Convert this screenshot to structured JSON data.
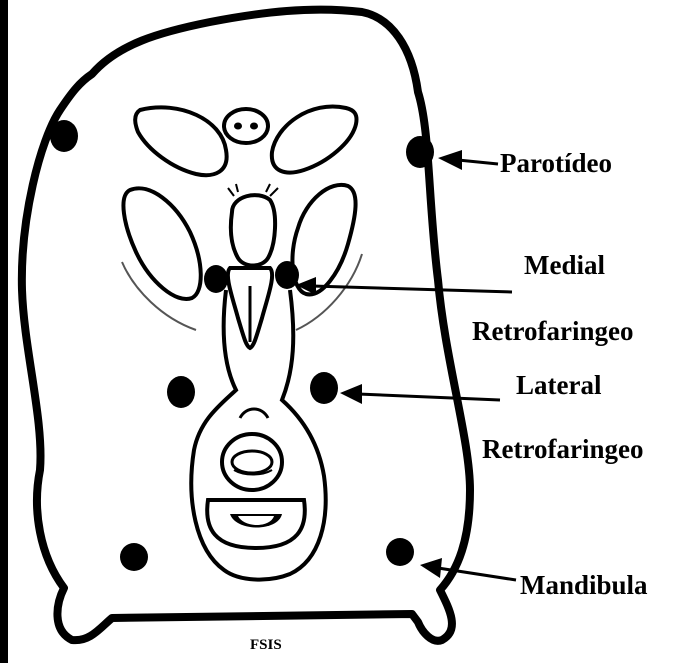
{
  "diagram": {
    "labels": {
      "parotideo": "Parotídeo",
      "medial_line1": "Medial",
      "medial_line2": "Retrofaringeo",
      "lateral_line1": "Lateral",
      "lateral_line2": "Retrofaringeo",
      "mandibula": "Mandibula"
    },
    "credit": "FSIS",
    "colors": {
      "ink": "#000000",
      "background": "#ffffff"
    }
  }
}
